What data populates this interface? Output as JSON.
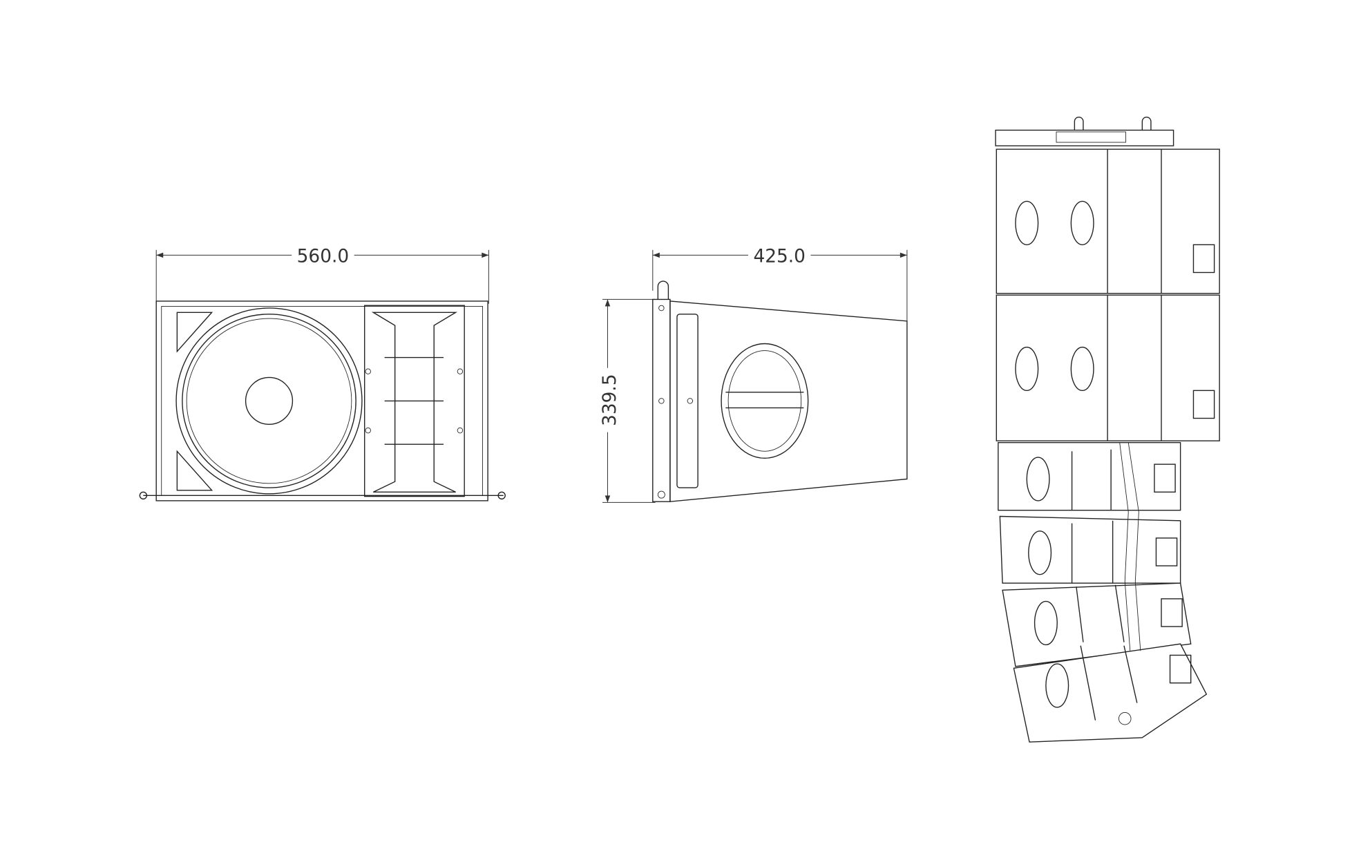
{
  "drawing": {
    "front_view": {
      "width_label": "560.0"
    },
    "side_view": {
      "depth_label": "425.0",
      "height_label": "339.5"
    },
    "array_view": {
      "cabinet_count": 6
    }
  },
  "colors": {
    "line": "#222222",
    "background": "#ffffff"
  }
}
